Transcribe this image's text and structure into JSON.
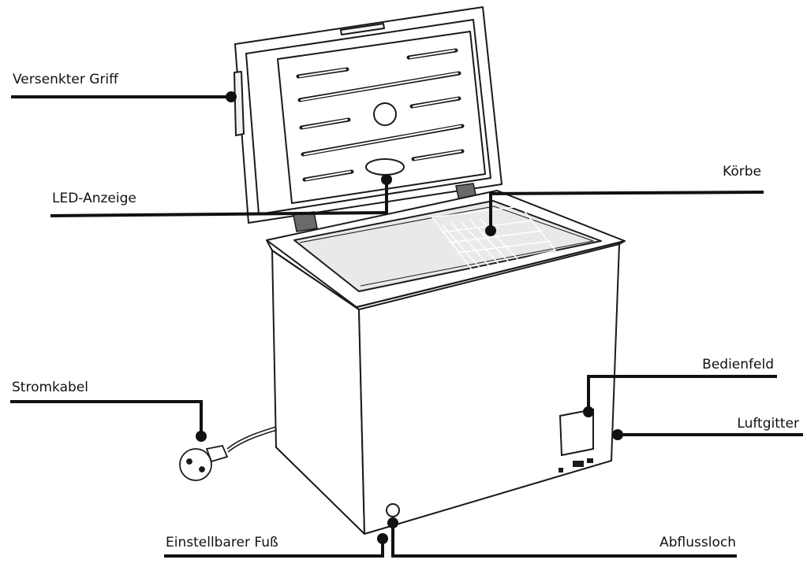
{
  "diagram": {
    "labels": {
      "recessed_handle": "Versenkter Griff",
      "led_display": "LED-Anzeige",
      "baskets": "Körbe",
      "power_cable": "Stromkabel",
      "control_panel": "Bedienfeld",
      "air_grille": "Luftgitter",
      "adjustable_foot": "Einstellbarer Fuß",
      "drain_hole": "Abflussloch"
    },
    "colors": {
      "outline": "#1a1a1a",
      "leader": "#111111",
      "interior_fill": "#e9e9e9",
      "hinge_fill": "#6a6a6a"
    }
  }
}
